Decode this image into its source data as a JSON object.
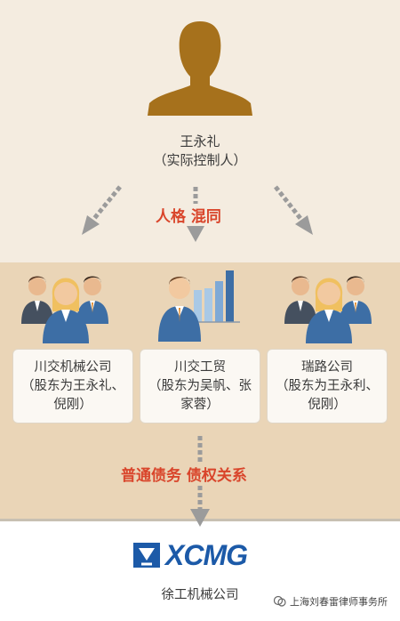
{
  "controller": {
    "name": "王永礼",
    "role": "（实际控制人）"
  },
  "relation_top": "人格 混同",
  "companies": [
    {
      "name": "川交机械公司",
      "shareholders": "（股东为王永礼、倪刚）"
    },
    {
      "name": "川交工贸",
      "shareholders": "（股东为吴帆、张家蓉）"
    },
    {
      "name": "瑞路公司",
      "shareholders": "（股东为王永利、倪刚）"
    }
  ],
  "relation_bottom": "普通债务  债权关系",
  "creditor": {
    "logo_text": "XCMG",
    "name": "徐工机械公司"
  },
  "watermark": "上海刘春雷律师事务所",
  "colors": {
    "background": "#f4ece0",
    "band": "#ead5b7",
    "relation_red": "#d9452b",
    "logo_blue": "#1c5aa8",
    "silhouette": "#a6711c",
    "arrow_gray": "#9b9b9b",
    "suit_blue": "#3d6ea5"
  }
}
